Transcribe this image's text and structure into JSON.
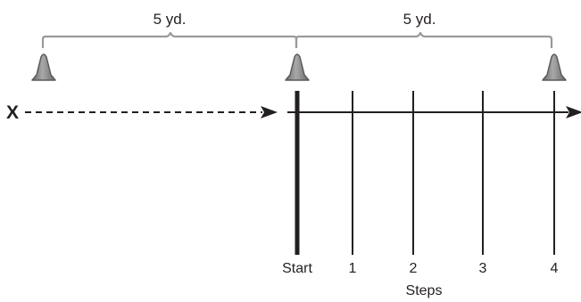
{
  "distances": [
    {
      "label": "5 yd."
    },
    {
      "label": "5 yd."
    }
  ],
  "runner": {
    "label": "X"
  },
  "cones": [
    {
      "name": "cone-left"
    },
    {
      "name": "cone-middle"
    },
    {
      "name": "cone-right"
    }
  ],
  "step_lines": {
    "labels": [
      "Start",
      "1",
      "2",
      "3",
      "4"
    ],
    "axis_title": "Steps"
  },
  "colors": {
    "bracket": "#9a9a9a",
    "cone_fill": "#8c8c8c",
    "cone_stroke": "#5a5a5a",
    "line": "#231f20",
    "text": "#231f20"
  }
}
